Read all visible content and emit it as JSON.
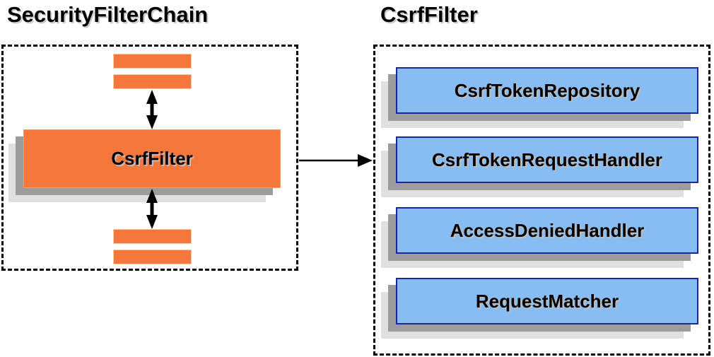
{
  "diagram": {
    "left_panel": {
      "title": "SecurityFilterChain",
      "node_label": "CsrfFilter"
    },
    "right_panel": {
      "title": "CsrfFilter",
      "components": [
        {
          "label": "CsrfTokenRepository"
        },
        {
          "label": "CsrfTokenRequestHandler"
        },
        {
          "label": "AccessDeniedHandler"
        },
        {
          "label": "RequestMatcher"
        }
      ]
    },
    "icons": {
      "bidirectional_arrow": "↕",
      "flow_arrow": "→"
    },
    "colors": {
      "orange_fill": "#F4783C",
      "orange_border": "#F7995C",
      "bar_border": "#FBC9A4",
      "blue_fill": "#87BDF2",
      "blue_border": "#1A2796",
      "shadow_dark": "#9C9C9C",
      "shadow_light": "#E0E0E0",
      "arrow_color": "#000000",
      "container_border": "#000000"
    }
  }
}
